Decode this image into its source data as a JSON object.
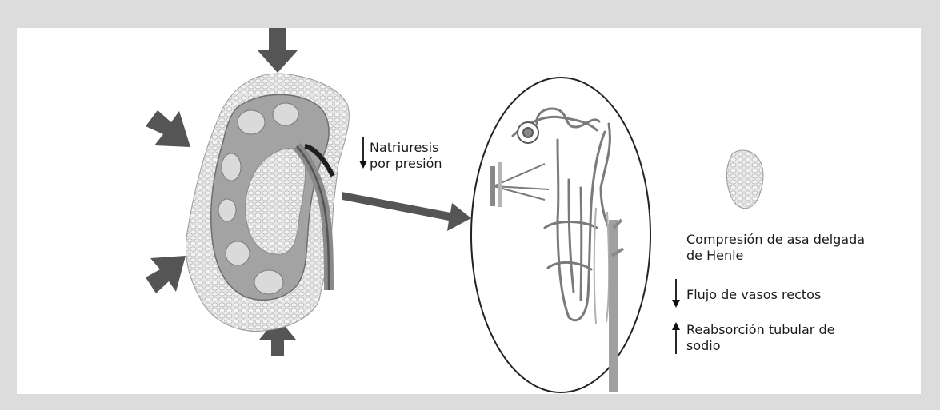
{
  "labels": {
    "natriuresis_line1": "Natriuresis",
    "natriuresis_line2": "por presión",
    "compression_line1": "Compresión de asa delgada",
    "compression_line2": "de Henle",
    "flow_text": "Flujo de vasos rectos",
    "reabsorption_line1": "Reabsorción tubular de",
    "reabsorption_line2": "sodio"
  },
  "indicators": {
    "natriuresis": "down",
    "flow": "down",
    "reabsorption": "up"
  },
  "colors": {
    "background": "#dcdcdc",
    "panel": "#ffffff",
    "arrow": "#555555",
    "text": "#1a1a1a"
  }
}
